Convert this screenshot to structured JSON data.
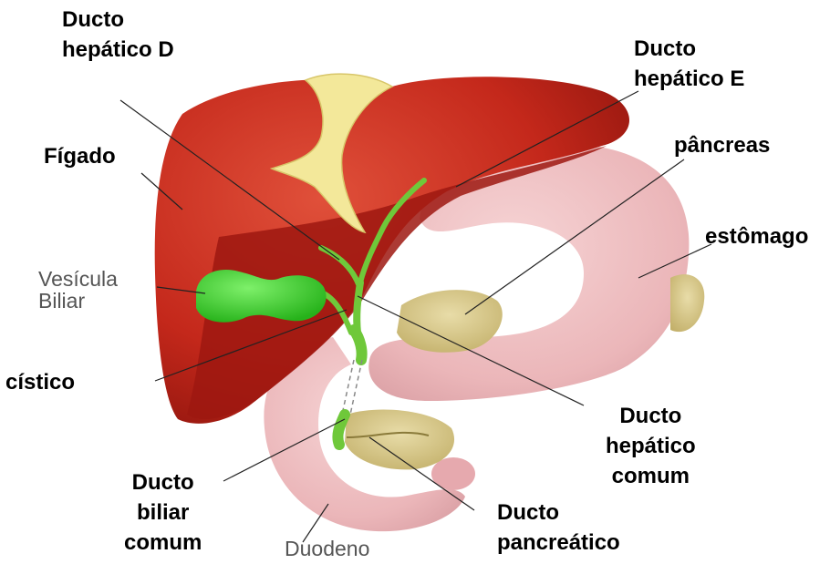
{
  "labels": {
    "ducto_hepatico_d": [
      "Ducto",
      "hepático D"
    ],
    "ducto_hepatico_e": [
      "Ducto",
      "hepático E"
    ],
    "figado": "Fígado",
    "pancreas": "pâncreas",
    "estomago": "estômago",
    "vesicula_biliar": [
      "Vesícula",
      "Biliar"
    ],
    "cistico": "cístico",
    "ducto_hepatico_comum": [
      "Ducto",
      "hepático",
      "comum"
    ],
    "ducto_biliar_comum": [
      "Ducto",
      "biliar",
      "comum"
    ],
    "duodeno": "Duodeno",
    "ducto_pancreatico": [
      "Ducto",
      "pancreático"
    ]
  },
  "colors": {
    "liver": "#c4281b",
    "liver_dark": "#9e1710",
    "gallbladder": "#3cc82c",
    "duct": "#6fc83a",
    "stomach": "#efc0c2",
    "pancreas": "#d8c98a",
    "ligament": "#f3e89a",
    "leader_line": "#222222"
  }
}
